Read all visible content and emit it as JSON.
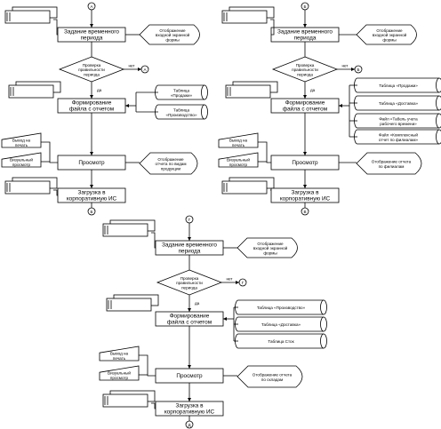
{
  "diagrams": [
    {
      "connector_top": "А",
      "connector_bottom": "Б",
      "process1": [
        "Задание временного",
        "периода"
      ],
      "display1": [
        "Отображение",
        "входной экранной",
        "формы"
      ],
      "decision": [
        "Проверка",
        "правильности",
        "периода"
      ],
      "no_label": "нет",
      "yes_label": "да",
      "no_connector": "А",
      "process2": [
        "Формирование",
        "файла с отчетом"
      ],
      "tables": [
        [
          "Таблица",
          "«Продажи»"
        ],
        [
          "Таблица",
          "«Производство»"
        ]
      ],
      "print_label": [
        "Вывод на",
        "печать"
      ],
      "view_label": [
        "Визуальный",
        "просмотр"
      ],
      "process3": [
        "Просмотр"
      ],
      "display2": [
        "Отображение",
        "отчета по видам",
        "продукции"
      ],
      "process4": [
        "Загрузка в",
        "корпоративную ИС"
      ]
    },
    {
      "connector_top": "Б",
      "connector_bottom": "В",
      "process1": [
        "Задание временного",
        "периода"
      ],
      "display1": [
        "Отображение",
        "входной экранной",
        "формы"
      ],
      "decision": [
        "Проверка",
        "правильности",
        "периода"
      ],
      "no_label": "нет",
      "yes_label": "да",
      "no_connector": "Б",
      "process2": [
        "Формирование",
        "файла с отчетом"
      ],
      "tables": [
        [
          "Таблица «Продажи»"
        ],
        [
          "Таблица «Доставка»"
        ],
        [
          "Файл «Табель учета",
          "рабочего времени»"
        ],
        [
          "Файл «Комплексный",
          "отчет по филиалам»"
        ]
      ],
      "print_label": [
        "Вывод на",
        "печать"
      ],
      "view_label": [
        "Визуальный",
        "просмотр"
      ],
      "process3": [
        "Просмотр"
      ],
      "display2": [
        "Отображение отчета",
        "по филиалам"
      ],
      "process4": [
        "Загрузка в",
        "корпоративную ИС"
      ]
    },
    {
      "connector_top": "Г",
      "connector_bottom": "Д",
      "process1": [
        "Задание временного",
        "периода"
      ],
      "display1": [
        "Отображение",
        "входной экранной",
        "формы"
      ],
      "decision": [
        "Проверка",
        "правильности",
        "периода"
      ],
      "no_label": "нет",
      "yes_label": "да",
      "no_connector": "Г",
      "process2": [
        "Формирование",
        "файла с отчетом"
      ],
      "tables": [
        [
          "Таблица «Производство»"
        ],
        [
          "Таблица «Доставка»"
        ],
        [
          "Таблица Сток"
        ]
      ],
      "print_label": [
        "Вывод на",
        "печать"
      ],
      "view_label": [
        "Визуальный",
        "просмотр"
      ],
      "process3": [
        "Просмотр"
      ],
      "display2": [
        "Отображение отчета",
        "по складам"
      ],
      "process4": [
        "Загрузка в",
        "корпоративную ИС"
      ]
    }
  ]
}
